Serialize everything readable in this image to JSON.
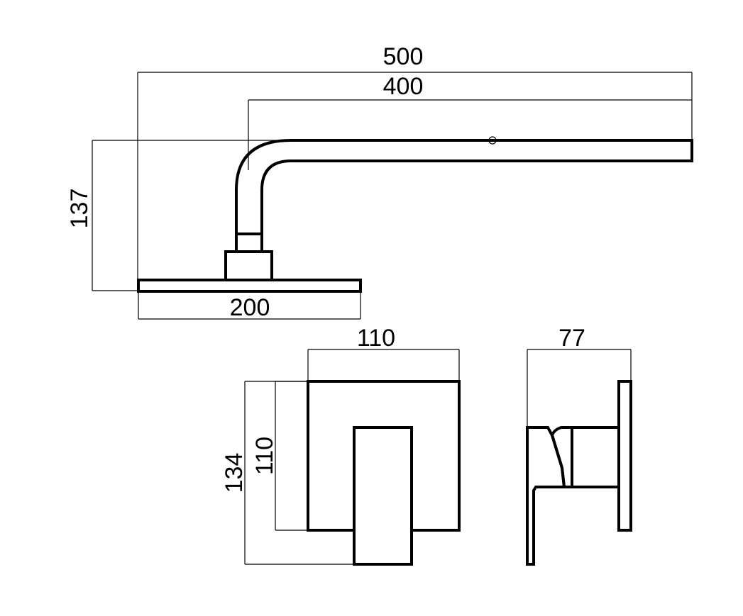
{
  "drawing": {
    "colors": {
      "line": "#000000",
      "background": "#ffffff"
    },
    "dimensions": {
      "arm_total_length": "500",
      "arm_projection": "400",
      "arm_height": "137",
      "head_width": "200",
      "plate_width": "110",
      "plate_height_outer": "134",
      "plate_height_inner": "110",
      "mixer_depth": "77"
    }
  }
}
